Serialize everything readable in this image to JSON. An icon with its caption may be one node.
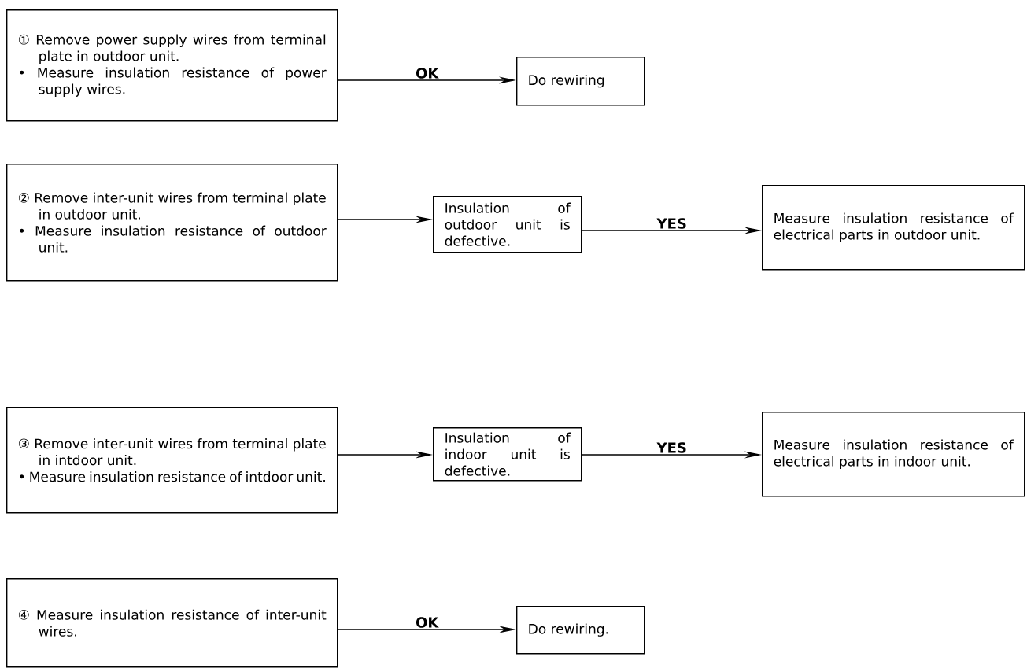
{
  "diagram": {
    "nodes": [
      {
        "text": [
          "① Remove power supply wires from terminal plate in outdoor unit.",
          "• Measure insulation resistance of power supply wires."
        ]
      },
      {
        "text": [
          "Do rewiring"
        ]
      },
      {
        "text": [
          "② Remove inter-unit wires from terminal plate in outdoor unit.",
          "• Measure insulation resistance of outdoor unit."
        ]
      },
      {
        "text": [
          "Insulation of outdoor unit is defective."
        ]
      },
      {
        "text": [
          "Measure insulation resistance of electrical parts in outdoor unit."
        ]
      },
      {
        "text": [
          "③ Remove inter-unit wires from terminal plate in intdoor unit.",
          "• Measure insulation resistance of intdoor unit."
        ]
      },
      {
        "text": [
          "Insulation of indoor unit is defective."
        ]
      },
      {
        "text": [
          "Measure insulation resistance of electrical parts in indoor unit."
        ]
      },
      {
        "text": [
          "④ Measure insulation resistance of inter-unit wires."
        ]
      },
      {
        "text": [
          "Do rewiring."
        ]
      }
    ],
    "edges": [
      {
        "from": 0,
        "to": 1,
        "arrow": "to",
        "label": "OK"
      },
      {
        "from": 2,
        "to": 3,
        "arrow": "to"
      },
      {
        "from": 3,
        "to": 4,
        "arrow": "to",
        "label": "YES"
      },
      {
        "from": 5,
        "to": 6,
        "arrow": "to"
      },
      {
        "from": 6,
        "to": 7,
        "arrow": "to",
        "label": "YES"
      },
      {
        "from": 8,
        "to": 9,
        "arrow": "to",
        "label": "OK"
      }
    ]
  }
}
